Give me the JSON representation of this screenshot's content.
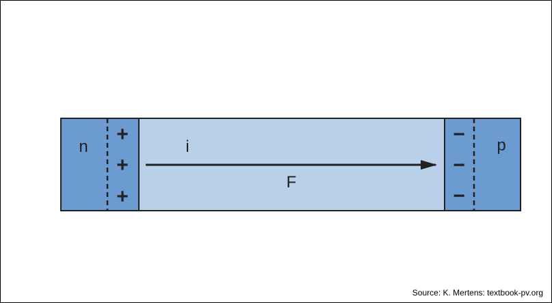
{
  "diagram": {
    "left_region_label": "n",
    "right_region_label": "p",
    "positive_charges": [
      "+",
      "+",
      "+"
    ],
    "negative_charges": [
      "−",
      "−",
      "−"
    ],
    "current_label": "i",
    "field_label": "F",
    "colors": {
      "doped_region": "#6b9bd1",
      "depletion_zone": "#b8d0e8",
      "outline": "#222222"
    }
  },
  "source": "Source: K. Mertens: textbook-pv.org"
}
